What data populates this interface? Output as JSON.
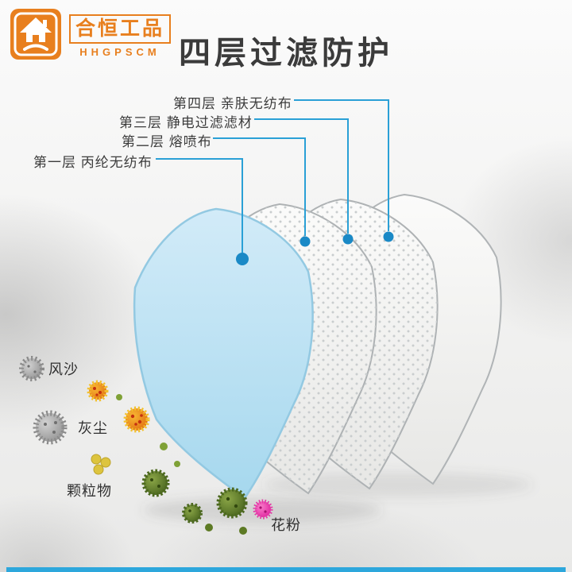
{
  "brand": {
    "name": "合恒工品",
    "subtitle": "HHGPSCM"
  },
  "title": "四层过滤防护",
  "layer_labels": [
    {
      "label": "第四层 亲肤无纺布"
    },
    {
      "label": "第三层 静电过滤滤材"
    },
    {
      "label": "第二层 熔喷布"
    },
    {
      "label": "第一层 丙纶无纺布"
    }
  ],
  "particles": [
    {
      "label": "风沙"
    },
    {
      "label": "灰尘"
    },
    {
      "label": "颗粒物"
    },
    {
      "label": "花粉"
    }
  ],
  "icons": {
    "logo": "house-icon",
    "particle_icons": [
      "sand-spiky-ball",
      "dust-spiky-ball",
      "germ-dotted-ball",
      "particulate-moss-ball",
      "pollen-spiky-ball"
    ]
  },
  "colors": {
    "brand_orange": "#e87f1e",
    "leader_line_blue": "#2aa0d6",
    "dot_blue": "#1a89c6",
    "mask_front_blue": "#b9e1f3",
    "mask_back_white": "#f5f5f3",
    "footer_bar_blue": "#2da7dc",
    "title_text": "#3b3b3b"
  }
}
